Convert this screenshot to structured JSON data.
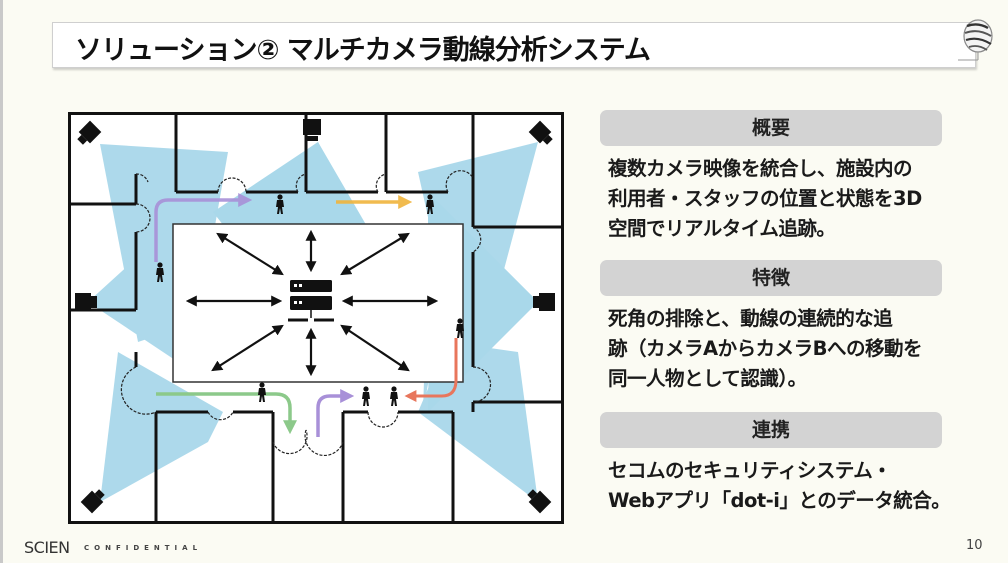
{
  "slide": {
    "title": "ソリューション② マルチカメラ動線分析システム",
    "page_number": "10",
    "footer": {
      "brand": "SCIEN",
      "confidential": "CONFIDENTIAL"
    }
  },
  "diagram": {
    "description": "Floor plan with 8 cameras covering a ring corridor around a central room with a server; people tracked along colored flow-path arrows",
    "colors": {
      "coverage": "#a9d8ea",
      "wall": "#111111",
      "path_purple": "#a890d8",
      "path_orange": "#f0b43c",
      "path_green": "#8cc98a",
      "path_red": "#e8765c"
    },
    "cameras": [
      "camera-top-left",
      "camera-top-center",
      "camera-top-right",
      "camera-left-middle",
      "camera-right-middle",
      "camera-bottom-left",
      "camera-bottom-right"
    ],
    "center_icon": "server-icon"
  },
  "sections": [
    {
      "header": "概要",
      "lines": [
        "複数カメラ映像を統合し、施設内の",
        "利用者・スタッフの位置と状態を3D",
        "空間でリアルタイム追跡。"
      ]
    },
    {
      "header": "特徴",
      "lines": [
        "死角の排除と、動線の連続的な追",
        "跡（カメラAからカメラBへの移動を",
        "同一人物として認識）。"
      ]
    },
    {
      "header": "連携",
      "lines": [
        "セコムのセキュリティシステム・",
        "Webアプリ「dot-i」とのデータ統合。"
      ]
    }
  ]
}
